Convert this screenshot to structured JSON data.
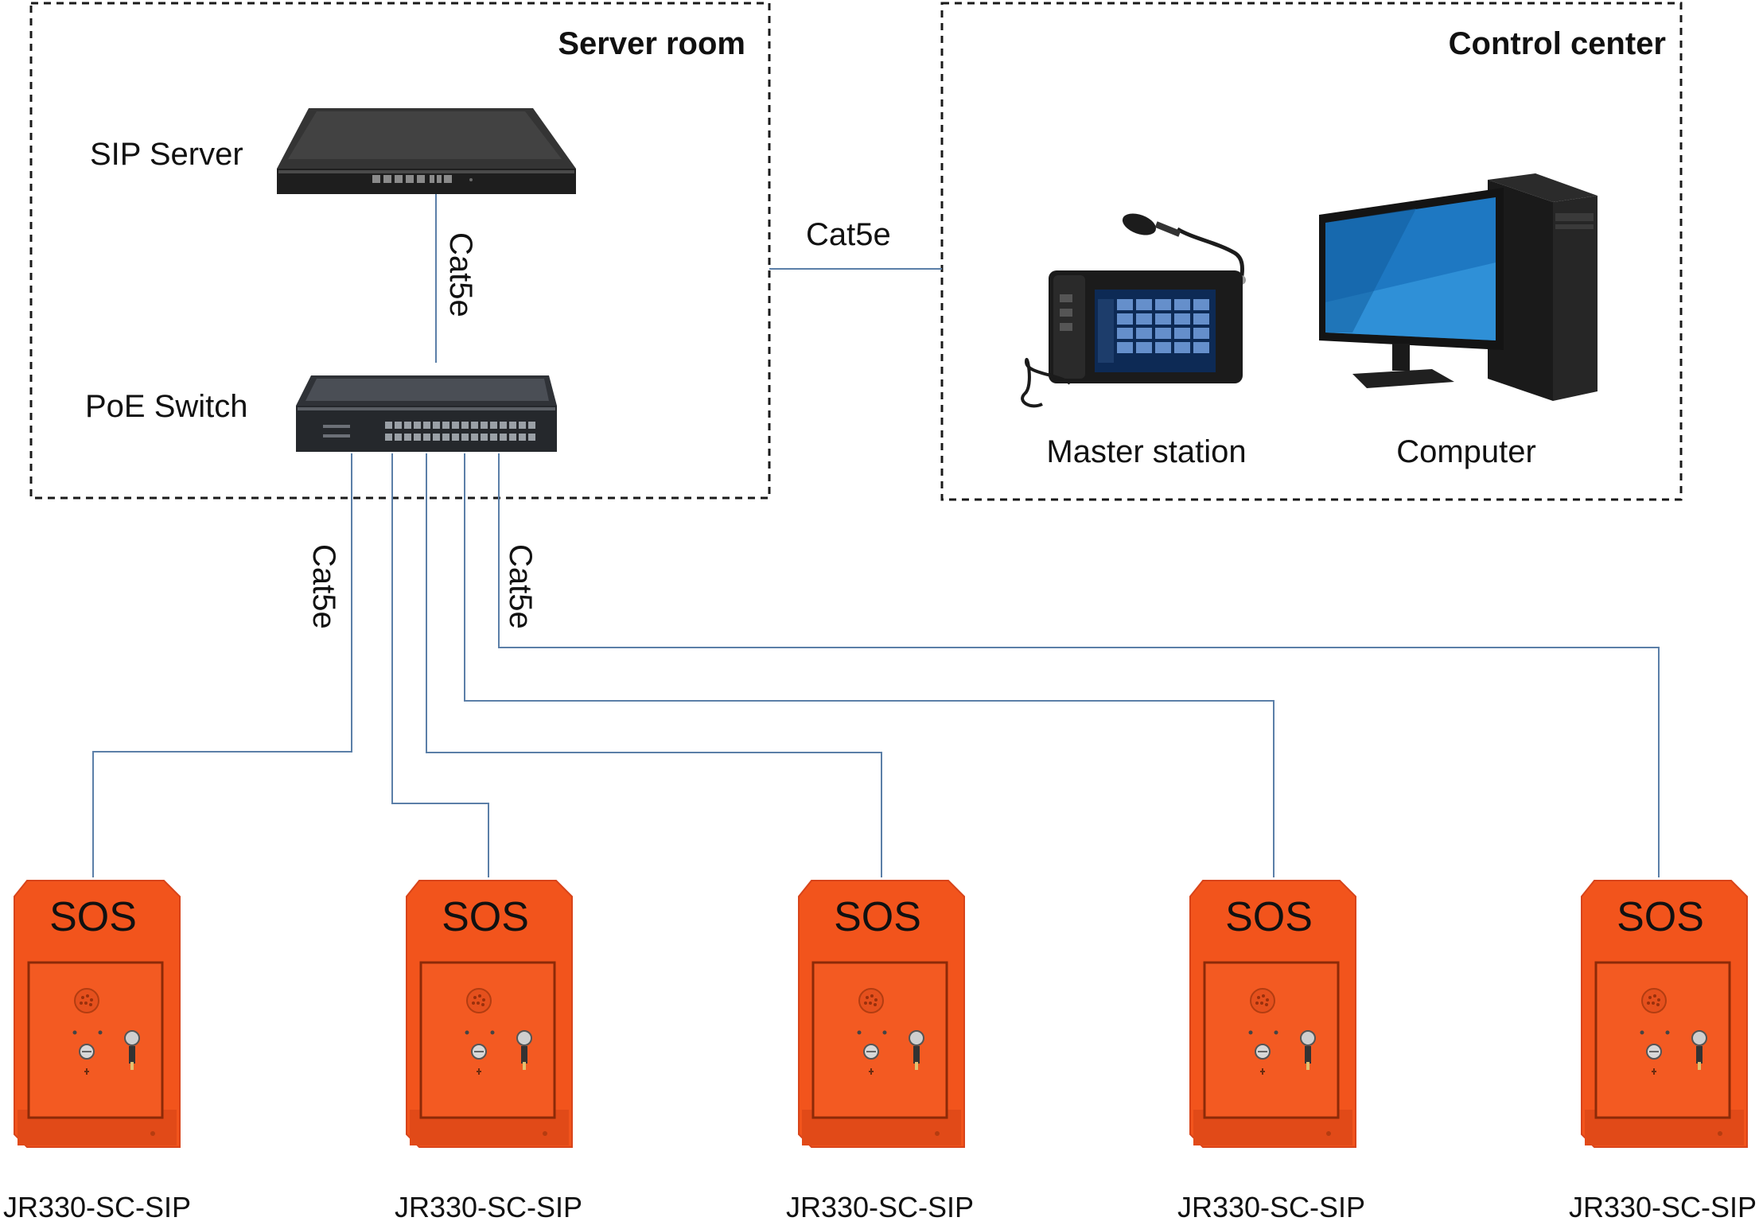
{
  "groups": {
    "server_room": "Server room",
    "control_center": "Control center"
  },
  "devices": {
    "sip_server": "SIP Server",
    "poe_switch": "PoE Switch",
    "master_station": "Master station",
    "computer": "Computer"
  },
  "cables": {
    "server_to_switch": "Cat5e",
    "room_to_center": "Cat5e",
    "switch_down_left": "Cat5e",
    "switch_down_right": "Cat5e"
  },
  "terminals": [
    {
      "badge": "SOS",
      "model": "JR330-SC-SIP"
    },
    {
      "badge": "SOS",
      "model": "JR330-SC-SIP"
    },
    {
      "badge": "SOS",
      "model": "JR330-SC-SIP"
    },
    {
      "badge": "SOS",
      "model": "JR330-SC-SIP"
    },
    {
      "badge": "SOS",
      "model": "JR330-SC-SIP"
    }
  ],
  "colors": {
    "terminal_orange": "#f2541c",
    "wire": "#5b7fa8",
    "dashed_border": "#1a1a1a"
  }
}
